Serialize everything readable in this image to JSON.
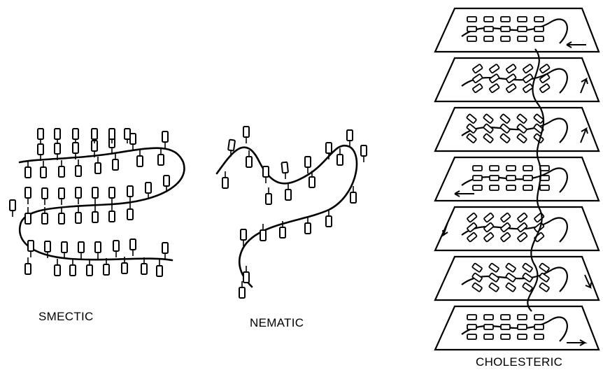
{
  "labels": {
    "smectic": "SMECTIC",
    "nematic": "NEMATIC",
    "cholesteric": "CHOLESTERIC"
  },
  "colors": {
    "ink": "#000000",
    "paper": "#ffffff"
  },
  "panels": [
    "smectic-diagram",
    "nematic-diagram",
    "cholesteric-diagram"
  ],
  "cholesteric_layer_count": 7
}
